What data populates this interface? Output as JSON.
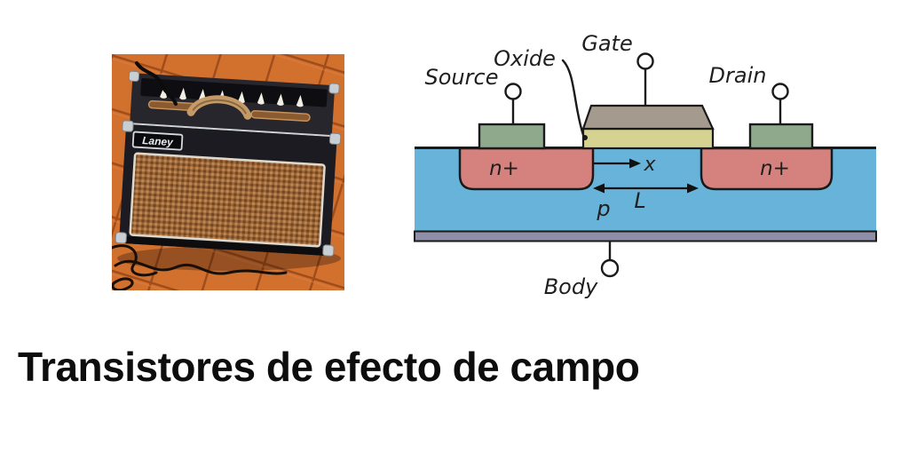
{
  "slide": {
    "background": "#ffffff"
  },
  "title": {
    "text": "Transistores de efecto de campo",
    "color": "#0d0d0d"
  },
  "photo": {
    "subject": "Laney guitar combo amplifier on terracotta tiled floor",
    "badge_text": "Laney",
    "colors": {
      "floor": "#d2702e",
      "grout": "#a04d1c",
      "amp_body": "#1b1b21",
      "amp_top": "#26262c",
      "grille": "#9a6536",
      "grille_dark": "#734624",
      "grille_light": "#bd8652",
      "handle": "#c69a67",
      "chrome": "#c9ced3"
    }
  },
  "diagram": {
    "type": "mosfet-cross-section",
    "labels": {
      "source": "Source",
      "oxide": "Oxide",
      "gate": "Gate",
      "drain": "Drain",
      "body": "Body",
      "n_plus_left": "n+",
      "n_plus_right": "n+",
      "substrate": "p",
      "x_axis": "x",
      "channel_length": "L"
    },
    "colors": {
      "substrate": "#68b3d9",
      "n_plus": "#d5827f",
      "contact": "#8ea98c",
      "oxide": "#d6d392",
      "gate_metal": "#a49b8e",
      "body_strip": "#8e8ea6",
      "outline": "#1a1a1a"
    }
  }
}
